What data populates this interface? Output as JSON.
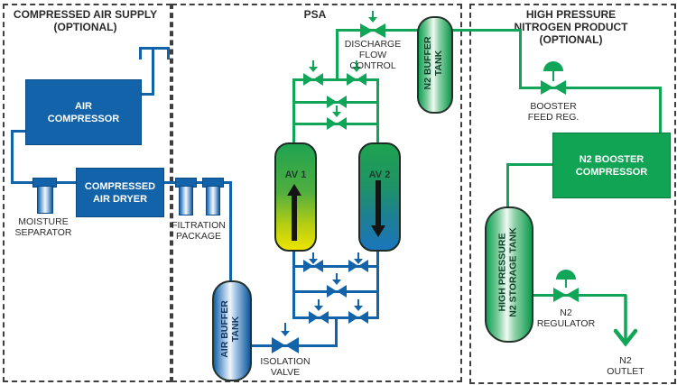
{
  "sections": {
    "air_supply": {
      "title": [
        "COMPRESSED AIR SUPPLY",
        "(OPTIONAL)"
      ]
    },
    "psa": {
      "title": [
        "PSA"
      ]
    },
    "hp_product": {
      "title": [
        "HIGH PRESSURE",
        "NITROGEN PRODUCT",
        "(OPTIONAL)"
      ]
    }
  },
  "equipment": {
    "air_compressor": {
      "label": [
        "AIR",
        "COMPRESSOR"
      ]
    },
    "moisture_separator": {
      "label": [
        "MOISTURE",
        "SEPARATOR"
      ]
    },
    "air_dryer": {
      "label": [
        "COMPRESSED",
        "AIR DRYER"
      ]
    },
    "filtration_package": {
      "label": [
        "FILTRATION",
        "PACKAGE"
      ]
    },
    "air_buffer_tank": {
      "label": [
        "AIR BUFFER",
        "TANK"
      ]
    },
    "adsorber_1": {
      "label": "AV 1"
    },
    "adsorber_2": {
      "label": "AV 2"
    },
    "discharge_flow_control": {
      "label": [
        "DISCHARGE",
        "FLOW",
        "CONTROL"
      ]
    },
    "n2_buffer_tank": {
      "label": [
        "N2 BUFFER",
        "TANK"
      ]
    },
    "isolation_valve": {
      "label": [
        "ISOLATION",
        "VALVE"
      ]
    },
    "booster_feed_reg": {
      "label": [
        "BOOSTER",
        "FEED REG."
      ]
    },
    "n2_booster_compressor": {
      "label": [
        "N2 BOOSTER",
        "COMPRESSOR"
      ]
    },
    "hp_storage_tank": {
      "label": [
        "HIGH PRESSURE",
        "N2 STORAGE TANK"
      ]
    },
    "n2_regulator": {
      "label": [
        "N2",
        "REGULATOR"
      ]
    },
    "n2_outlet": {
      "label": [
        "N2",
        "OUTLET"
      ]
    }
  },
  "colors": {
    "pipe_blue": "#1263A9",
    "pipe_green": "#10A557",
    "vessel_green_top": "#1FA350",
    "vessel_yellow_bottom": "#EDE400",
    "vessel_blue_bottom": "#1B76BC",
    "dashed_border": "#3F3F3F",
    "label_text": "#2B2B2B"
  }
}
